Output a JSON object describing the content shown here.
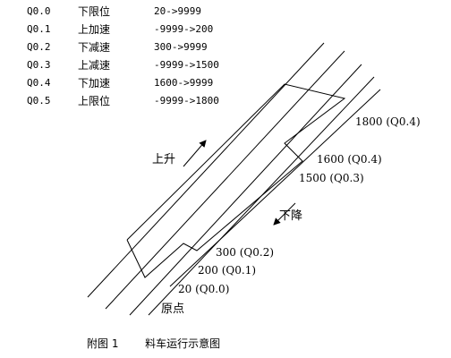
{
  "table": [
    {
      "code": "Q0.0",
      "desc": "下限位",
      "range": "20->9999"
    },
    {
      "code": "Q0.1",
      "desc": "上加速",
      "range": "-9999->200"
    },
    {
      "code": "Q0.2",
      "desc": "下减速",
      "range": "300->9999"
    },
    {
      "code": "Q0.3",
      "desc": "上减速",
      "range": "-9999->1500"
    },
    {
      "code": "Q0.4",
      "desc": "下加速",
      "range": "1600->9999"
    },
    {
      "code": "Q0.5",
      "desc": "上限位",
      "range": "-9999->1800"
    }
  ],
  "diagram": {
    "up_label": "上升",
    "down_label": "下降",
    "origin_label": "原点",
    "positions": [
      {
        "text": "1800 (Q0.4)"
      },
      {
        "text": "1600 (Q0.4)"
      },
      {
        "text": "1500 (Q0.3)"
      },
      {
        "text": "300 (Q0.2)"
      },
      {
        "text": "200 (Q0.1)"
      },
      {
        "text": "20 (Q0.0)"
      }
    ]
  },
  "caption": {
    "figure": "附图 1",
    "title": "料车运行示意图"
  }
}
